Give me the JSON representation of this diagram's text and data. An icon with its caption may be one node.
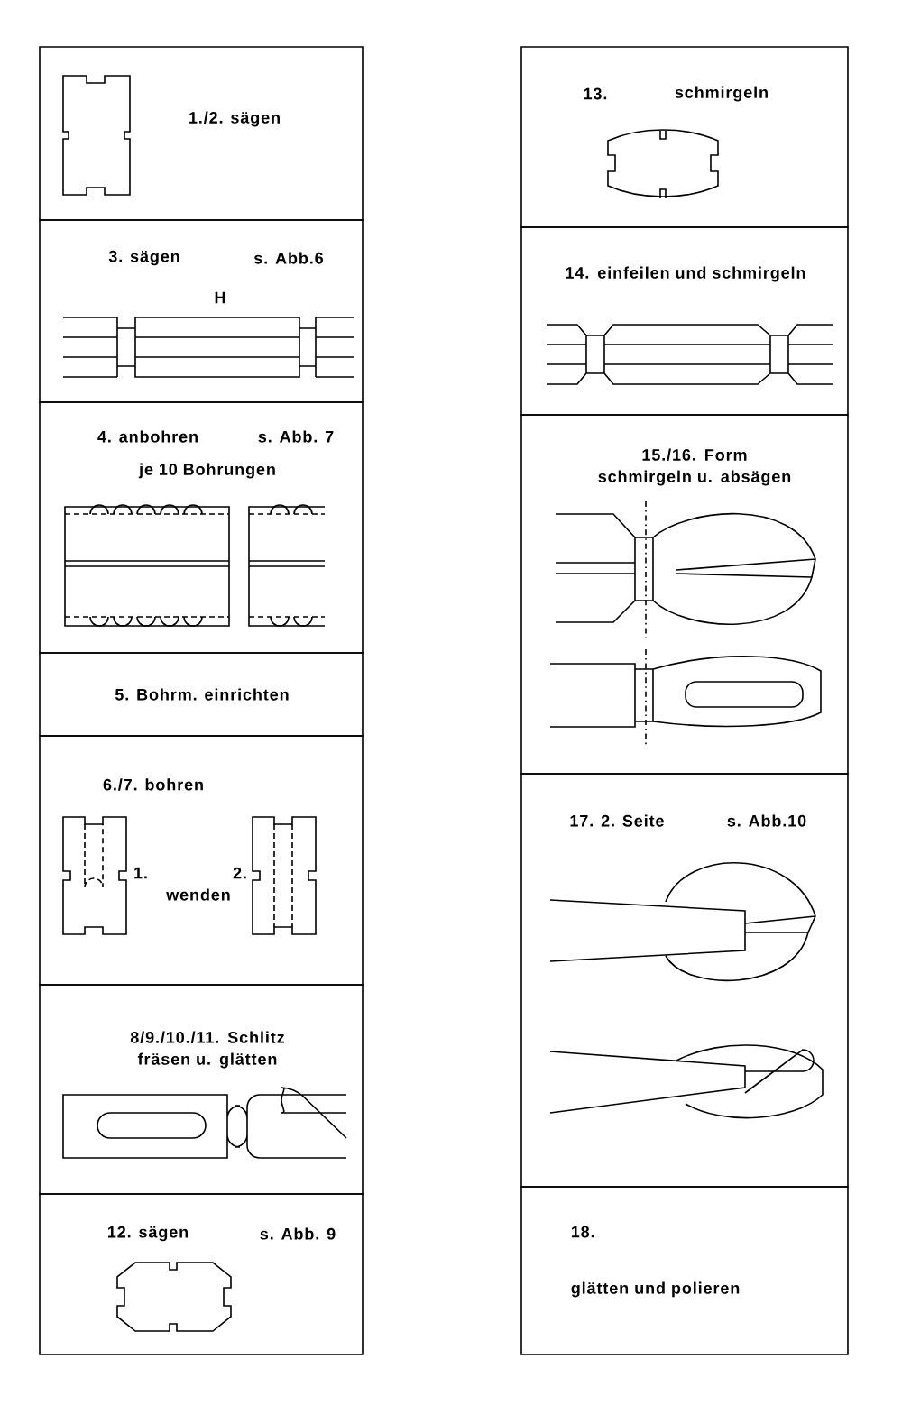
{
  "diagram": {
    "nodes": [
      {
        "text": [
          "1./2. sägen"
        ]
      },
      {
        "text": [
          "3. sägen",
          "s. Abb.6"
        ]
      },
      {
        "text": [
          "4. anbohren",
          "s. Abb. 7",
          "je 10 Bohrungen"
        ]
      },
      {
        "text": [
          "5. Bohrm. einrichten"
        ]
      },
      {
        "text": [
          "6./7. bohren"
        ]
      },
      {
        "text": [
          "8/9./10./11. Schlitz fräsen u. glätten"
        ]
      },
      {
        "text": [
          "12. sägen",
          "s. Abb. 9"
        ]
      },
      {
        "text": [
          "13.",
          "schmirgeln"
        ]
      },
      {
        "text": [
          "14. einfeilen und schmirgeln"
        ]
      },
      {
        "text": [
          "15./16. Form schmirgeln u. absägen"
        ]
      },
      {
        "text": [
          "17. 2. Seite",
          "s. Abb.10"
        ]
      },
      {
        "text": [
          "18.",
          "glätten und polieren"
        ]
      }
    ],
    "labels": [
      "H",
      "1.",
      "wenden",
      "2."
    ]
  }
}
